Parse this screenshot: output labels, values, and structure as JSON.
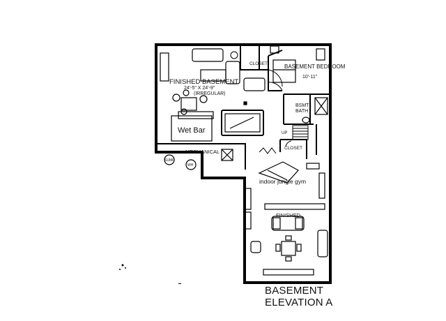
{
  "rooms": {
    "finished_top": {
      "name": "FINISHED BASEMENT",
      "dimensions": "24'-5\" X 24'-9\"",
      "note": "(IRREGULAR)"
    },
    "bedroom": {
      "name": "BASEMENT BEDROOM",
      "dimensions": "10'-11\""
    },
    "closet_top": "CLOSET",
    "closet_mid": "CLOSET",
    "bath": {
      "line1": "BSMT",
      "line2": "BATH"
    },
    "wet_bar": "Wet Bar",
    "mechanical": "MECHANICAL",
    "sump": "SUMP",
    "wh": "WH",
    "stair_up": "UP",
    "jungle_gym": "indoor jungle gym",
    "finished_bottom": "FINISHED"
  },
  "caption": {
    "line1": "BASEMENT",
    "line2": "ELEVATION A"
  }
}
